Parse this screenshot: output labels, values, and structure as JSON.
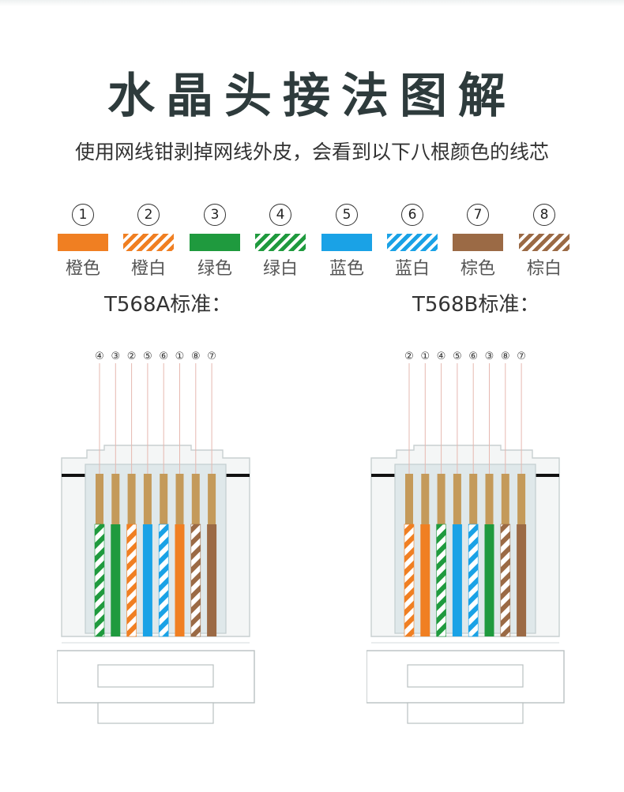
{
  "title": "水晶头接法图解",
  "subtitle": "使用网线钳剥掉网线外皮，会看到以下八根颜色的线芯",
  "colors": {
    "orange": "#f07f22",
    "green": "#1f9a3e",
    "blue": "#1aa2e6",
    "brown": "#9b6a45",
    "copper": "#c49a5a",
    "plastic": "#dfe8ea"
  },
  "legend": [
    {
      "num": "①",
      "label": "橙色",
      "color": "orange",
      "striped": false
    },
    {
      "num": "②",
      "label": "橙白",
      "color": "orange",
      "striped": true
    },
    {
      "num": "③",
      "label": "绿色",
      "color": "green",
      "striped": false
    },
    {
      "num": "④",
      "label": "绿白",
      "color": "green",
      "striped": true
    },
    {
      "num": "⑤",
      "label": "蓝色",
      "color": "blue",
      "striped": false
    },
    {
      "num": "⑥",
      "label": "蓝白",
      "color": "blue",
      "striped": true
    },
    {
      "num": "⑦",
      "label": "棕色",
      "color": "brown",
      "striped": false
    },
    {
      "num": "⑧",
      "label": "棕白",
      "color": "brown",
      "striped": true
    }
  ],
  "standards": [
    {
      "label": "T568A标准：",
      "order": [
        4,
        3,
        2,
        5,
        6,
        1,
        8,
        7
      ]
    },
    {
      "label": "T568B标准：",
      "order": [
        2,
        1,
        4,
        5,
        6,
        3,
        8,
        7
      ]
    }
  ]
}
